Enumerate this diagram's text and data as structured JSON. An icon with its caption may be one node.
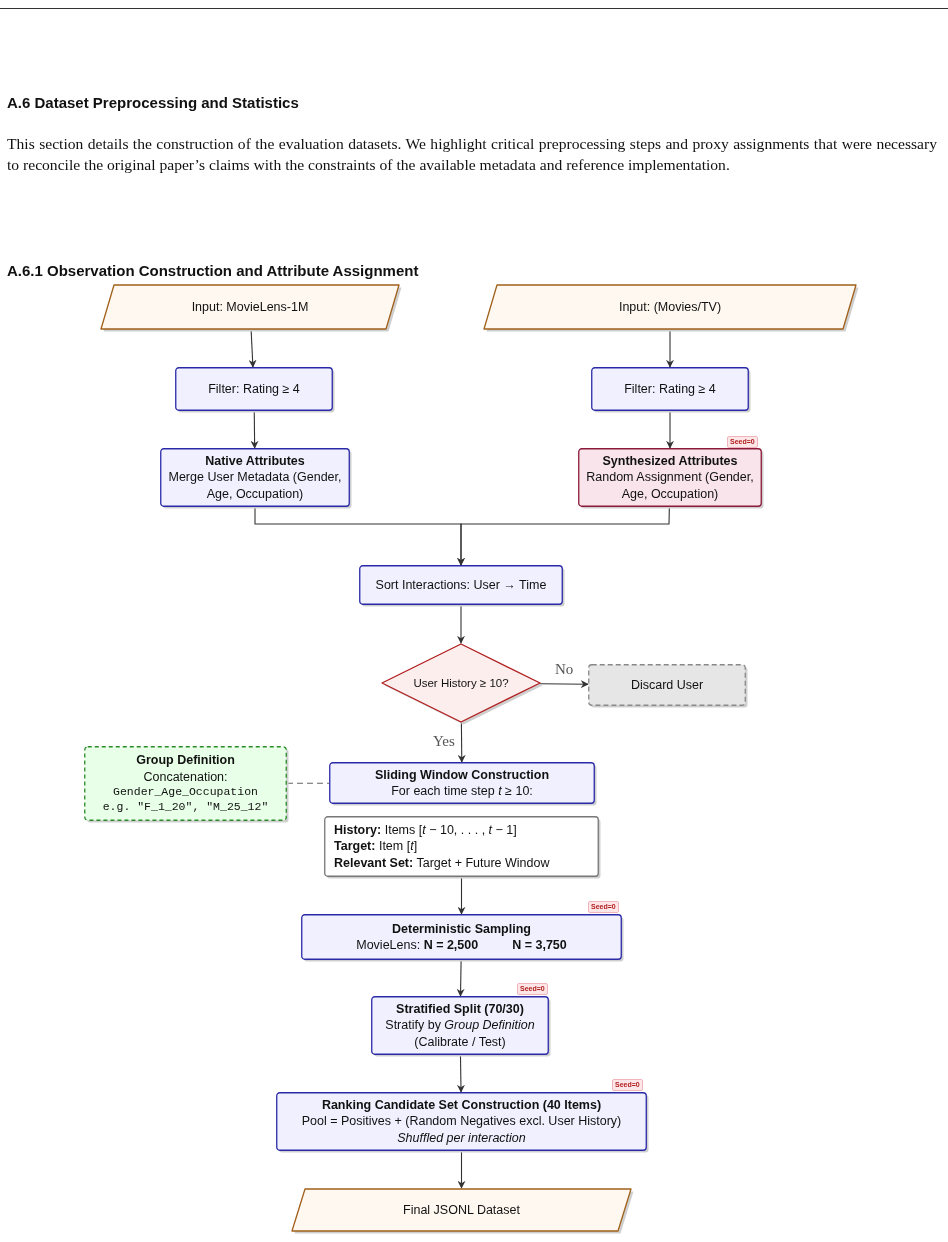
{
  "diagram": {
    "title": "A.6 Dataset Preprocessing and Statistics",
    "nodes": [
      {
        "text": [
          "Input: MovieLens-1M"
        ]
      },
      {
        "text": [
          "Input: (Movies/TV)"
        ]
      },
      {
        "text": [
          "Filter: Rating ≥ 4"
        ]
      },
      {
        "text": [
          "Filter: Rating ≥ 4"
        ]
      },
      {
        "text": [
          "Native Attributes",
          "Merge User Metadata (Gender, Age, Occupation)"
        ]
      },
      {
        "text": [
          "Synthesized Attributes",
          "Random Assignment (Gender, Age, Occupation)"
        ],
        "beside": [
          "Seed=0"
        ]
      },
      {
        "text": [
          "Sort Interactions: User → Time"
        ]
      },
      {
        "text": [
          "User History ≥ 10?"
        ]
      },
      {
        "text": [
          "Discard User"
        ]
      },
      {
        "text": [
          "Group Definition",
          "Concatenation:",
          "Gender_Age_Occupation e.g. \"F_1_20\", \"M_25_12\""
        ]
      },
      {
        "text": [
          "Sliding Window Construction",
          "For each time step *t* ≥ 10:"
        ]
      },
      {
        "text": [
          "**History:** Items [*t* − 10, . . . , *t* − 1]",
          "**Target:** Item [*t*]",
          "**Relevant Set:** Target + Future Window"
        ]
      },
      {
        "text": [
          "Deterministic Sampling",
          "MovieLens: **N = 2,500**",
          "**N = 3,750**"
        ],
        "beside": [
          "Seed=0"
        ]
      },
      {
        "text": [
          "Stratified Split (70/30)",
          "Stratify by *Group Definition*",
          "(Calibrate / Test)"
        ],
        "beside": [
          "Seed=0"
        ]
      },
      {
        "text": [
          "Ranking Candidate Set Construction (40 Items)",
          "Pool = Positives + (Random Negatives excl. User History)",
          "Shuffled per interaction"
        ],
        "beside": [
          "Seed=0"
        ]
      },
      {
        "text": [
          "Final JSONL Dataset"
        ]
      }
    ],
    "edges": [
      {
        "from": 0,
        "to": 2,
        "arrow": "to"
      },
      {
        "from": 1,
        "to": 3,
        "arrow": "to"
      },
      {
        "from": 2,
        "to": 4,
        "arrow": "to"
      },
      {
        "from": 3,
        "to": 5,
        "arrow": "to"
      },
      {
        "from": 4,
        "to": 6,
        "arrow": "to"
      },
      {
        "from": 5,
        "to": 6,
        "arrow": "to"
      },
      {
        "from": 6,
        "to": 7,
        "arrow": "to"
      },
      {
        "from": 7,
        "to": 8,
        "arrow": "to",
        "label": "No"
      },
      {
        "from": 7,
        "to": 10,
        "arrow": "to",
        "label": "Yes"
      },
      {
        "from": 9,
        "to": 10,
        "arrow": "none",
        "style": "dashed",
        "color": "#666666"
      },
      {
        "from": 11,
        "to": 12,
        "arrow": "to"
      },
      {
        "from": 12,
        "to": 13,
        "arrow": "to"
      },
      {
        "from": 13,
        "to": 14,
        "arrow": "to"
      },
      {
        "from": 14,
        "to": 15,
        "arrow": "to"
      }
    ],
    "labels": [
      "This section details the construction of the evaluation datasets. We highlight critical preprocessing steps and proxy assignments that were necessary to reconcile the original paper’s claims with the constraints of the available metadata and reference implementation.",
      "A.6.1 Observation Construction and Attribute Assignment"
    ]
  }
}
